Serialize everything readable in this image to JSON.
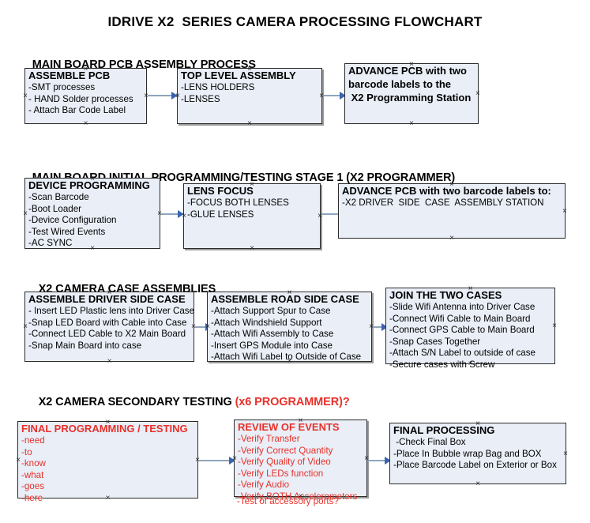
{
  "document": {
    "title": "IDRIVE X2  SERIES CAMERA PROCESSING FLOWCHART"
  },
  "sections": [
    {
      "id": "main-board-pcb-assembly",
      "title": "MAIN BOARD PCB ASSEMBLY PROCESS",
      "title_accent": ""
    },
    {
      "id": "main-board-initial-programming",
      "title": "MAIN BOARD INITIAL PROGRAMMING/TESTING STAGE 1 (X2 PROGRAMMER)",
      "title_accent": ""
    },
    {
      "id": "x2-camera-case-assemblies",
      "title": "X2 CAMERA CASE ASSEMBLIES",
      "title_accent": ""
    },
    {
      "id": "x2-camera-secondary-testing",
      "title": "X2 CAMERA SECONDARY TESTING ",
      "title_accent": "(x6 PROGRAMMER)?"
    }
  ],
  "nodes": {
    "assemble_pcb": {
      "heading": "ASSEMBLE PCB",
      "lines": [
        "-SMT processes",
        "- HAND Solder processes",
        "- Attach Bar Code Label"
      ]
    },
    "top_level_assembly": {
      "heading": "TOP LEVEL ASSEMBLY",
      "lines": [
        "-LENS HOLDERS",
        "-LENSES"
      ]
    },
    "advance_pcb_station": {
      "heading": "ADVANCE PCB with two",
      "lines": [
        "barcode labels to the",
        " X2 Programming Station"
      ]
    },
    "device_programming": {
      "heading": "DEVICE PROGRAMMING",
      "lines": [
        "-Scan Barcode",
        "-Boot Loader",
        "-Device Configuration",
        "-Test Wired Events",
        "-AC SYNC"
      ]
    },
    "lens_focus": {
      "heading": "LENS FOCUS",
      "lines": [
        "-FOCUS BOTH LENSES",
        "-GLUE LENSES"
      ]
    },
    "advance_pcb_driver_side": {
      "heading": "ADVANCE PCB with two barcode labels to:",
      "lines": [
        "-X2 DRIVER  SIDE  CASE  ASSEMBLY STATION"
      ]
    },
    "assemble_driver_side_case": {
      "heading": "ASSEMBLE DRIVER SIDE CASE",
      "lines": [
        "- Insert LED Plastic lens into Driver Case",
        "-Snap LED Board with Cable into Case",
        "-Connect LED Cable to X2 Main Board",
        "-Snap Main Board into case"
      ]
    },
    "assemble_road_side_case": {
      "heading": "ASSEMBLE ROAD SIDE CASE",
      "lines": [
        "-Attach Support Spur to Case",
        "-Attach Windshield Support",
        "-Attach Wifi Assembly to Case",
        "-Insert GPS Module into Case",
        "-Attach Wifi Label to Outside of Case"
      ]
    },
    "join_the_two_cases": {
      "heading": "JOIN THE TWO CASES",
      "lines": [
        "-Slide Wifi Antenna into Driver Case",
        "-Connect Wifi Cable to Main Board",
        "-Connect GPS Cable to Main Board",
        "-Snap Cases Together",
        "-Attach S/N Label to outside of case",
        "-Secure cases with Screw"
      ]
    },
    "final_programming_testing": {
      "heading": "FINAL PROGRAMMING / TESTING",
      "lines": [
        "-need",
        "-to",
        "-know",
        "-what",
        "-goes",
        "-here"
      ]
    },
    "review_of_events": {
      "heading": "REVIEW OF EVENTS",
      "lines": [
        "-Verify Transfer",
        "-Verify Correct Quantity",
        "-Verify Quality of Video",
        "-Verify LEDs function",
        "-Verify Audio",
        "-Verify BOTH Accelerometers"
      ],
      "overflow_line": "-Test of accessory ports?"
    },
    "final_processing": {
      "heading": "FINAL PROCESSING",
      "lines": [
        " -Check Final Box",
        "-Place In Bubble wrap Bag and BOX",
        "-Place Barcode Label on Exterior or Box"
      ]
    }
  },
  "colors": {
    "node_fill": "#e9eef7",
    "node_border": "#2b2b2b",
    "accent_red": "#e8312a",
    "arrow_shaft": "#8ea5bd",
    "arrow_head": "#3a63b0",
    "text": "#000000"
  }
}
